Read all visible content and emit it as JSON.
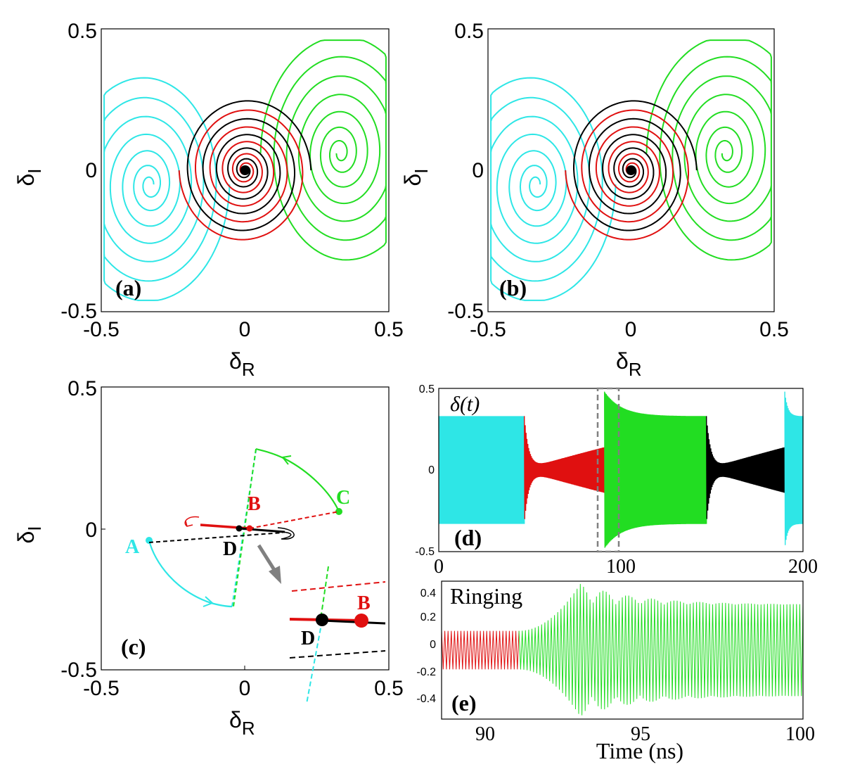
{
  "figure": {
    "panels": {
      "a": {
        "label": "(a)",
        "xlabel_main": "δ",
        "xlabel_sub": "R",
        "ylabel_main": "δ",
        "ylabel_sub": "I"
      },
      "b": {
        "label": "(b)",
        "xlabel_main": "δ",
        "xlabel_sub": "R",
        "ylabel_main": "δ",
        "ylabel_sub": "I"
      },
      "c": {
        "label": "(c)",
        "xlabel_main": "δ",
        "xlabel_sub": "R",
        "ylabel_main": "δ",
        "ylabel_sub": "I",
        "points": {
          "A": "A",
          "B": "B",
          "C": "C",
          "D": "D",
          "B_inset": "B",
          "D_inset": "D"
        }
      },
      "d": {
        "label": "(d)",
        "title": "δ(t)"
      },
      "e": {
        "label": "(e)",
        "title": "Ringing",
        "xlabel": "Time (ns)"
      }
    },
    "ticks": {
      "abc_x": [
        "-0.5",
        "0",
        "0.5"
      ],
      "abc_y": [
        "0.5",
        "0",
        "-0.5"
      ],
      "d_x": [
        "0",
        "100",
        "200"
      ],
      "d_y": [
        "0.5",
        "0",
        "-0.5"
      ],
      "e_x": [
        "90",
        "95",
        "100"
      ],
      "e_y": [
        "0.4",
        "0.2",
        "0",
        "-0.2",
        "-0.4"
      ]
    },
    "colors": {
      "cyan": "#2ee6e6",
      "green": "#22dd22",
      "red": "#e01010",
      "black": "#000000",
      "gray": "#808080"
    }
  },
  "chart_data": [
    {
      "type": "line",
      "panel": "a",
      "title": "",
      "xlabel": "δR",
      "ylabel": "δI",
      "xlim": [
        -0.5,
        0.5
      ],
      "ylim": [
        -0.5,
        0.5
      ],
      "series": [
        {
          "color": "cyan",
          "description_values": {
            "center": [
              -0.33,
              -0.05
            ]
          }
        },
        {
          "color": "green",
          "description_values": {
            "center": [
              0.33,
              0.06
            ]
          }
        },
        {
          "color": "black",
          "description_values": {
            "center": [
              0,
              0
            ]
          }
        },
        {
          "color": "red",
          "description_values": {
            "center": [
              0,
              0
            ]
          }
        }
      ]
    },
    {
      "type": "line",
      "panel": "b",
      "title": "",
      "xlabel": "δR",
      "ylabel": "δI",
      "xlim": [
        -0.5,
        0.5
      ],
      "ylim": [
        -0.5,
        0.5
      ],
      "series": [
        {
          "color": "cyan",
          "description_values": {
            "center": [
              -0.33,
              -0.05
            ]
          }
        },
        {
          "color": "green",
          "description_values": {
            "center": [
              0.33,
              0.06
            ]
          }
        },
        {
          "color": "black",
          "description_values": {
            "center": [
              0,
              0
            ]
          }
        },
        {
          "color": "red",
          "description_values": {
            "center": [
              0,
              0
            ]
          }
        }
      ]
    },
    {
      "type": "line",
      "panel": "c",
      "title": "",
      "xlabel": "δR",
      "ylabel": "δI",
      "xlim": [
        -0.5,
        0.5
      ],
      "ylim": [
        -0.5,
        0.5
      ],
      "points": {
        "A": [
          -0.33,
          -0.04
        ],
        "B": [
          0.02,
          0.005
        ],
        "C": [
          0.33,
          0.06
        ],
        "D": [
          -0.02,
          0.0
        ]
      }
    },
    {
      "type": "line",
      "panel": "d",
      "title": "δ(t)",
      "xlabel": "",
      "ylabel": "",
      "xlim": [
        0,
        200
      ],
      "ylim": [
        -0.5,
        0.5
      ],
      "segments": [
        {
          "color": "cyan",
          "t": [
            0,
            47
          ],
          "amplitude_start": 0.33,
          "amplitude_end": 0.33
        },
        {
          "color": "red",
          "t": [
            47,
            91
          ],
          "amplitude_start": 0.33,
          "amplitude_end": 0.14
        },
        {
          "color": "green",
          "t": [
            91,
            147
          ],
          "amplitude_start": 0.48,
          "amplitude_end": 0.33
        },
        {
          "color": "black",
          "t": [
            147,
            190
          ],
          "amplitude_start": 0.33,
          "amplitude_end": 0.14
        },
        {
          "color": "cyan",
          "t": [
            190,
            200
          ],
          "amplitude_start": 0.48,
          "amplitude_end": 0.33
        }
      ]
    },
    {
      "type": "line",
      "panel": "e",
      "title": "Ringing",
      "xlabel": "Time (ns)",
      "ylabel": "",
      "xlim": [
        88.8,
        100
      ],
      "ylim": [
        -0.5,
        0.5
      ],
      "segments": [
        {
          "color": "red",
          "t": [
            88.8,
            91.2
          ],
          "amplitude": 0.14
        },
        {
          "color": "green",
          "t": [
            91.2,
            100
          ],
          "amplitude_peak": 0.48,
          "amplitude_end": 0.33
        }
      ]
    }
  ]
}
